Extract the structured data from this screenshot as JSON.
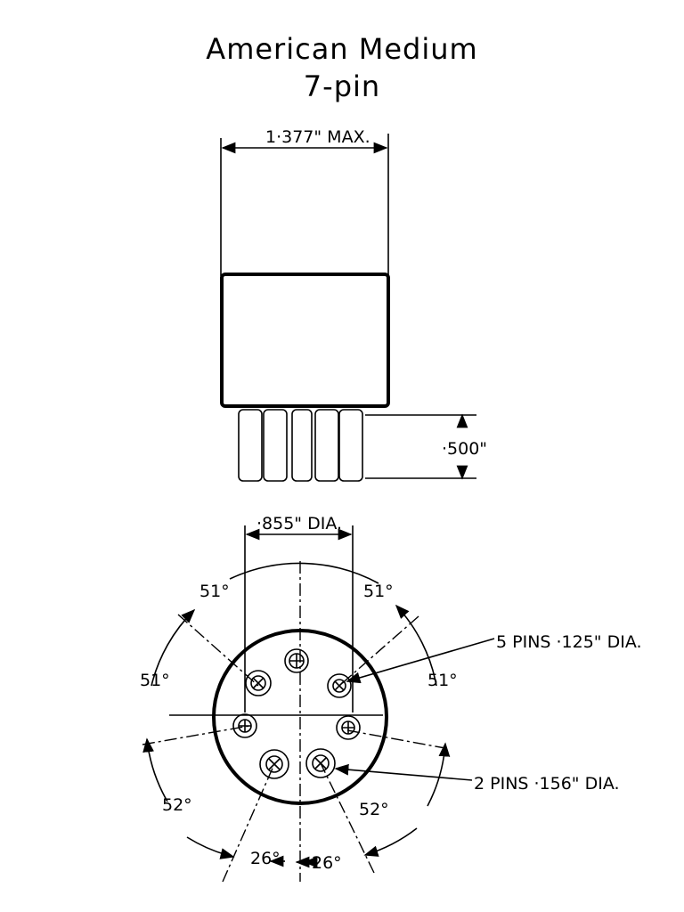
{
  "title": {
    "line1": "American Medium",
    "line2": "7-pin"
  },
  "side_view": {
    "width_label": "1·377\" MAX.",
    "pin_length_label": "·500\""
  },
  "bottom_view": {
    "pin_circle_label": "·855\" DIA.",
    "angles": {
      "top_left": "51°",
      "top_right": "51°",
      "left": "51°",
      "right": "51°",
      "lower_left": "52°",
      "lower_right": "52°",
      "bottom_left": "26°",
      "bottom_right": "26°"
    },
    "small_pins_label": "5 PINS  ·125\" DIA.",
    "large_pins_label": "2 PINS ·156\" DIA."
  }
}
